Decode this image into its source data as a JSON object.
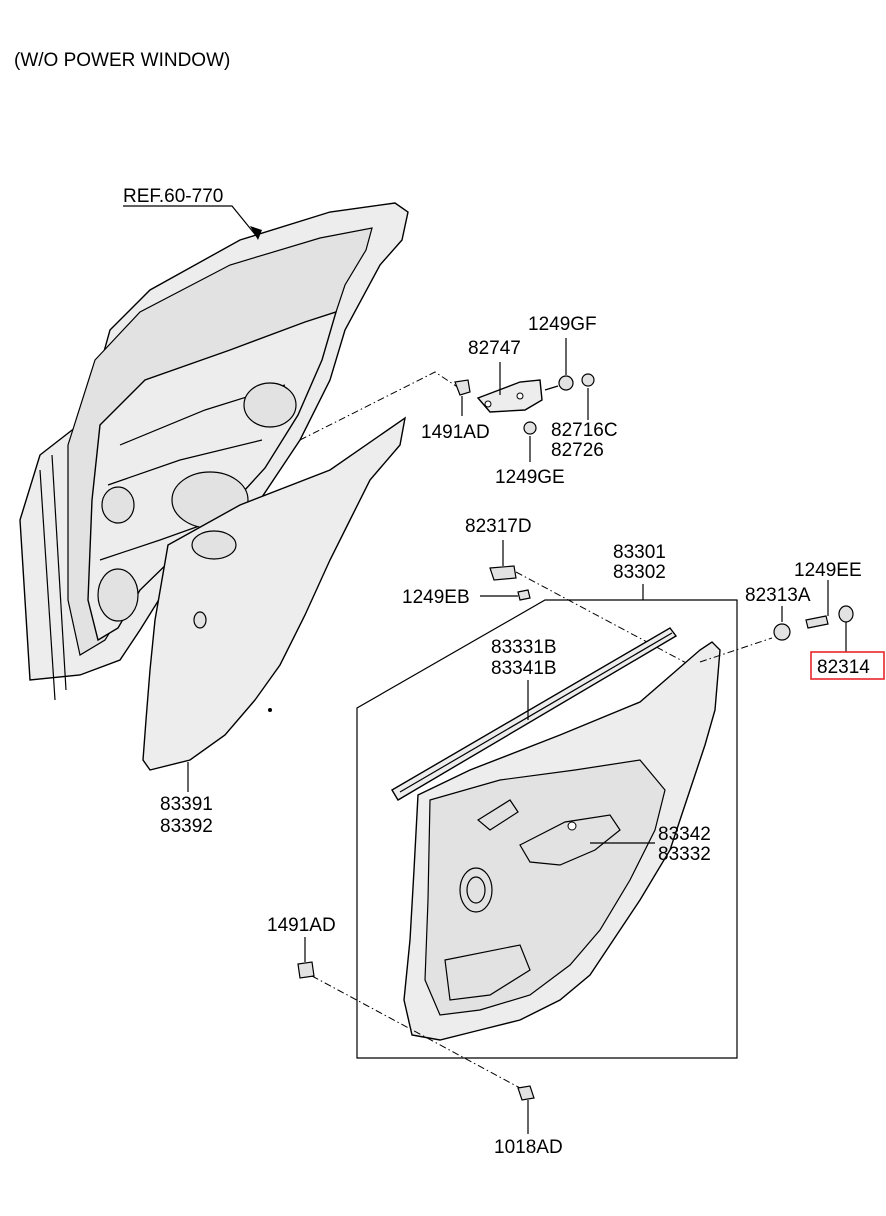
{
  "header": {
    "note": "(W/O POWER WINDOW)"
  },
  "labels": {
    "ref": "REF.60-770",
    "p1249GF": "1249GF",
    "p82747": "82747",
    "p1491AD_top": "1491AD",
    "p82716C": "82716C",
    "p82726": "82726",
    "p1249GE": "1249GE",
    "p82317D": "82317D",
    "p83301": "83301",
    "p83302": "83302",
    "p1249EE": "1249EE",
    "p1249EB": "1249EB",
    "p82313A": "82313A",
    "p82314": "82314",
    "p83331B": "83331B",
    "p83341B": "83341B",
    "p83391": "83391",
    "p83392": "83392",
    "p83342": "83342",
    "p83332": "83332",
    "p1491AD_bottom": "1491AD",
    "p1018AD": "1018AD"
  },
  "highlight": {
    "part": "82314",
    "color": "#e8262b"
  }
}
